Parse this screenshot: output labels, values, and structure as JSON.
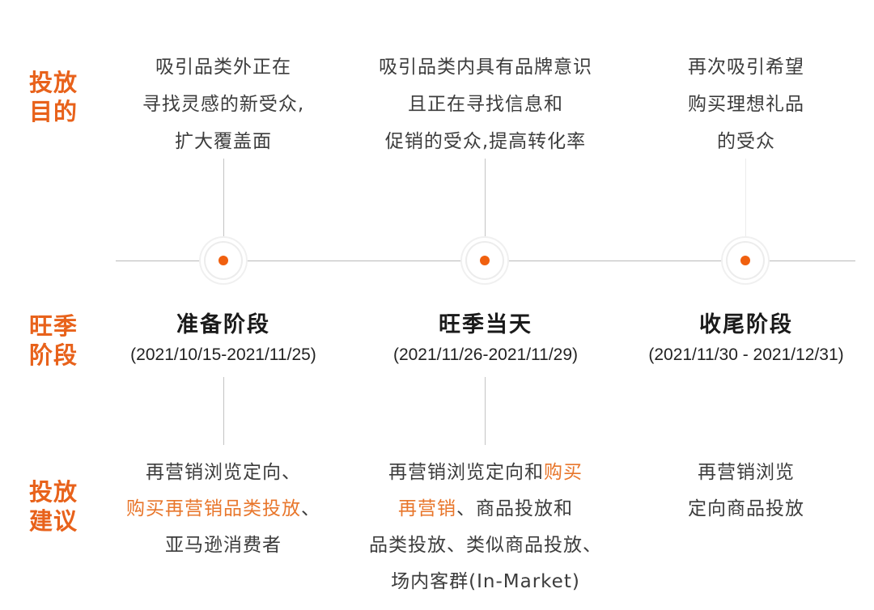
{
  "colors": {
    "accent": "#e8621b",
    "highlight": "#e8762b",
    "dot": "#f0600f",
    "line": "#b9b9b9",
    "text": "#3c3c3c"
  },
  "row_labels": {
    "purpose": [
      "投放",
      "目的"
    ],
    "stage": [
      "旺季",
      "阶段"
    ],
    "advice": [
      "投放",
      "建议"
    ]
  },
  "columns": [
    {
      "purpose": [
        "吸引品类外正在",
        "寻找灵感的新受众,",
        "扩大覆盖面"
      ],
      "stage_title": "准备阶段",
      "stage_dates": "(2021/10/15-2021/11/25)",
      "advice": [
        [
          {
            "text": "再营销浏览定向、",
            "hl": false
          }
        ],
        [
          {
            "text": "购买再营销品类投放",
            "hl": true
          },
          {
            "text": "、",
            "hl": false
          }
        ],
        [
          {
            "text": "亚马逊消费者",
            "hl": false
          }
        ]
      ]
    },
    {
      "purpose": [
        "吸引品类内具有品牌意识",
        "且正在寻找信息和",
        "促销的受众,提高转化率"
      ],
      "stage_title": "旺季当天",
      "stage_dates": "(2021/11/26-2021/11/29)",
      "advice": [
        [
          {
            "text": "再营销浏览定向和",
            "hl": false
          },
          {
            "text": "购买",
            "hl": true
          }
        ],
        [
          {
            "text": "再营销",
            "hl": true
          },
          {
            "text": "、商品投放和",
            "hl": false
          }
        ],
        [
          {
            "text": "品类投放、类似商品投放、",
            "hl": false
          }
        ],
        [
          {
            "text": "场内客群(In-Market)",
            "hl": false
          }
        ]
      ]
    },
    {
      "purpose": [
        "再次吸引希望",
        "购买理想礼品",
        "的受众"
      ],
      "stage_title": "收尾阶段",
      "stage_dates": "(2021/11/30 - 2021/12/31)",
      "advice": [
        [
          {
            "text": "再营销浏览",
            "hl": false
          }
        ],
        [
          {
            "text": "定向商品投放",
            "hl": false
          }
        ]
      ]
    }
  ],
  "timeline": {
    "node_icon": "target-dot-icon",
    "nodes": 3
  }
}
